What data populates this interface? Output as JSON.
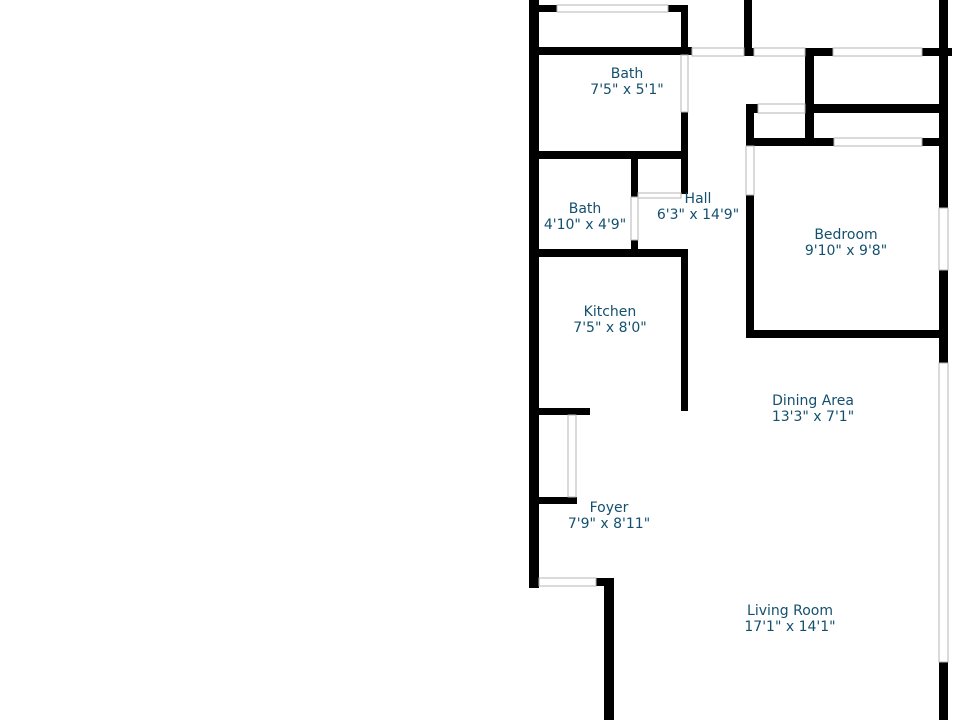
{
  "rooms": [
    {
      "id": "bath-upper",
      "name": "Bath",
      "size": "7'5\" x 5'1\""
    },
    {
      "id": "bath-lower",
      "name": "Bath",
      "size": "4'10\" x 4'9\""
    },
    {
      "id": "hall",
      "name": "Hall",
      "size": "6'3\" x 14'9\""
    },
    {
      "id": "bedroom",
      "name": "Bedroom",
      "size": "9'10\" x 9'8\""
    },
    {
      "id": "kitchen",
      "name": "Kitchen",
      "size": "7'5\" x 8'0\""
    },
    {
      "id": "dining-area",
      "name": "Dining Area",
      "size": "13'3\" x 7'1\""
    },
    {
      "id": "foyer",
      "name": "Foyer",
      "size": "7'9\" x 8'11\""
    },
    {
      "id": "living-room",
      "name": "Living Room",
      "size": "17'1\" x 14'1\""
    }
  ],
  "colors": {
    "wall": "#000000",
    "label": "#14506e",
    "window": "#b5b5b5",
    "background": "#ffffff"
  }
}
